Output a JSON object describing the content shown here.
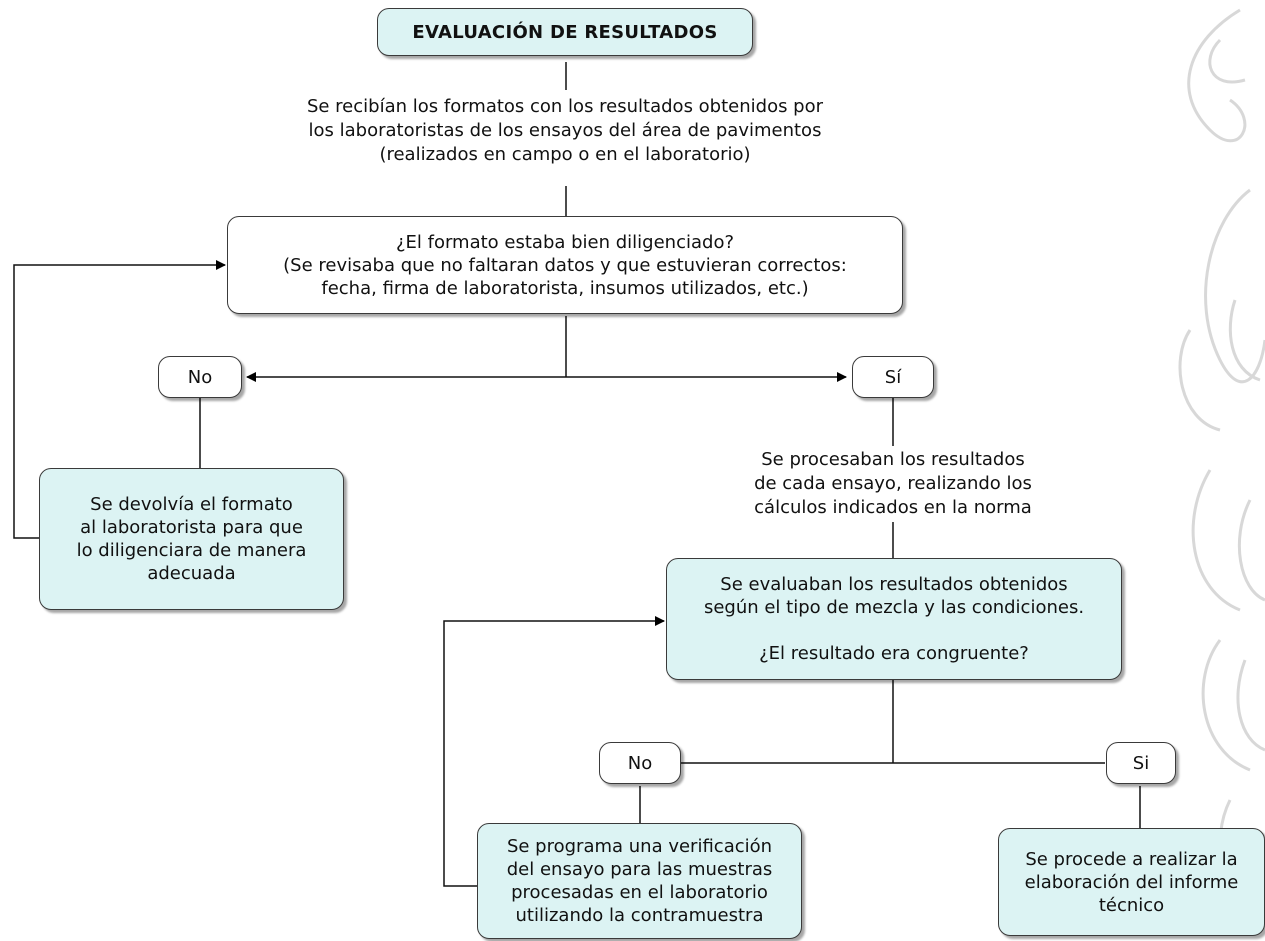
{
  "title": "EVALUACIÓN DE RESULTADOS",
  "received_text": "Se recibían los formatos con los resultados obtenidos por\nlos laboratoristas de los ensayos del área de pavimentos\n(realizados en campo o en el laboratorio)",
  "question_format": "¿El formato estaba bien diligenciado?\n(Se revisaba que no faltaran datos y que estuvieran correctos:\nfecha, firma de laboratorista, insumos utilizados, etc.)",
  "no_1": "No",
  "yes_1": "Sí",
  "return_format": "Se devolvía el formato\nal laboratorista para que\nlo diligenciara de manera\nadecuada",
  "process_text": "Se procesaban los resultados\nde cada ensayo, realizando los\ncálculos indicados en la norma",
  "evaluate": "Se evaluaban los resultados obtenidos\nsegún el tipo de mezcla y las condiciones.\n\n¿El resultado era congruente?",
  "no_2": "No",
  "yes_2": "Si",
  "verification": "Se programa una verificación\ndel ensayo para las muestras\nprocesadas en el laboratorio\nutilizando la contramuestra",
  "report": "Se procede a realizar la\nelaboración del informe\ntécnico"
}
